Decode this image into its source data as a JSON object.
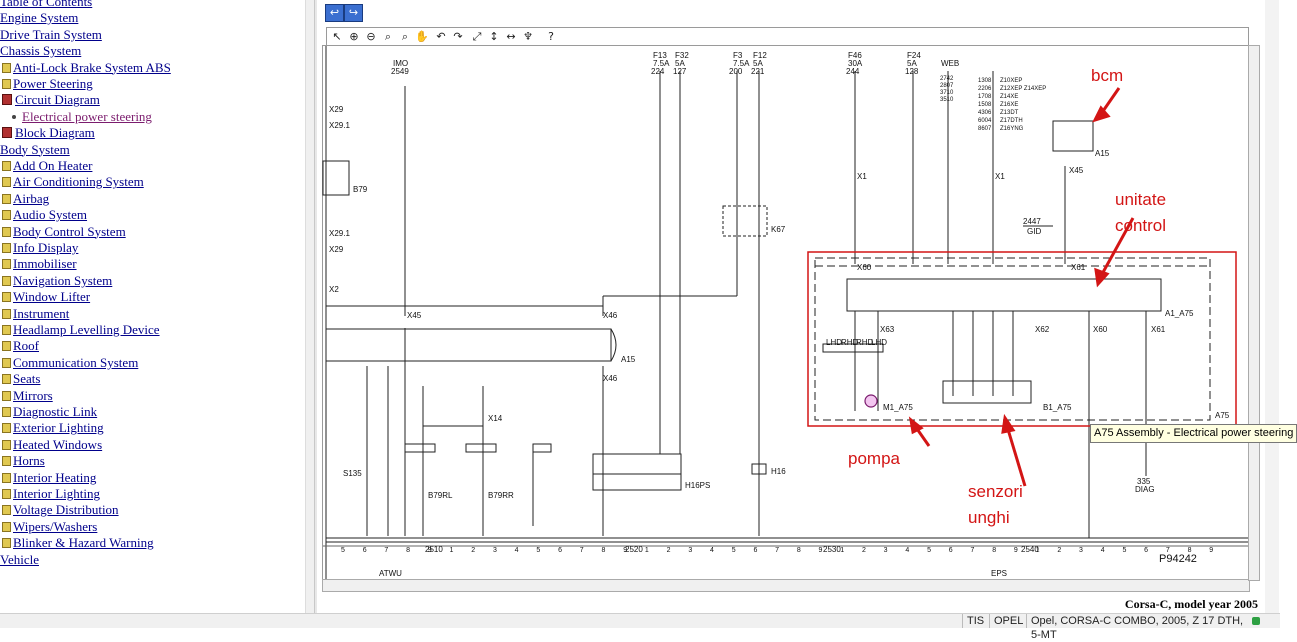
{
  "tree": {
    "items": [
      {
        "label": "Table of Contents",
        "icon": "none",
        "indent": 0,
        "selected": false
      },
      {
        "label": "Engine System",
        "icon": "none",
        "indent": 0,
        "selected": false
      },
      {
        "label": "Drive Train System",
        "icon": "none",
        "indent": 0,
        "selected": false
      },
      {
        "label": "Chassis System",
        "icon": "none",
        "indent": 0,
        "selected": false
      },
      {
        "label": "Anti-Lock Brake System ABS",
        "icon": "folder-icon",
        "indent": 1,
        "selected": false
      },
      {
        "label": "Power Steering",
        "icon": "folder-icon",
        "indent": 1,
        "selected": false
      },
      {
        "label": "Circuit Diagram",
        "icon": "book-icon",
        "indent": 1,
        "selected": false
      },
      {
        "label": "Electrical power steering",
        "icon": "bullet-icon",
        "indent": 2,
        "selected": true
      },
      {
        "label": "Block Diagram",
        "icon": "book-icon",
        "indent": 1,
        "selected": false
      },
      {
        "label": "Body System",
        "icon": "none",
        "indent": 0,
        "selected": false
      },
      {
        "label": "Add On Heater",
        "icon": "folder-icon",
        "indent": 1,
        "selected": false
      },
      {
        "label": "Air Conditioning System",
        "icon": "folder-icon",
        "indent": 1,
        "selected": false
      },
      {
        "label": "Airbag",
        "icon": "folder-icon",
        "indent": 1,
        "selected": false
      },
      {
        "label": "Audio System",
        "icon": "folder-icon",
        "indent": 1,
        "selected": false
      },
      {
        "label": "Body Control System",
        "icon": "folder-icon",
        "indent": 1,
        "selected": false
      },
      {
        "label": "Info Display",
        "icon": "folder-icon",
        "indent": 1,
        "selected": false
      },
      {
        "label": "Immobiliser",
        "icon": "folder-icon",
        "indent": 1,
        "selected": false
      },
      {
        "label": "Navigation System",
        "icon": "folder-icon",
        "indent": 1,
        "selected": false
      },
      {
        "label": "Window Lifter",
        "icon": "folder-icon",
        "indent": 1,
        "selected": false
      },
      {
        "label": "Instrument",
        "icon": "folder-icon",
        "indent": 1,
        "selected": false
      },
      {
        "label": "Headlamp Levelling Device",
        "icon": "folder-icon",
        "indent": 1,
        "selected": false
      },
      {
        "label": "Roof",
        "icon": "folder-icon",
        "indent": 1,
        "selected": false
      },
      {
        "label": "Communication System",
        "icon": "folder-icon",
        "indent": 1,
        "selected": false
      },
      {
        "label": "Seats",
        "icon": "folder-icon",
        "indent": 1,
        "selected": false
      },
      {
        "label": "Mirrors",
        "icon": "folder-icon",
        "indent": 1,
        "selected": false
      },
      {
        "label": "Diagnostic Link",
        "icon": "folder-icon",
        "indent": 1,
        "selected": false
      },
      {
        "label": "Exterior Lighting",
        "icon": "folder-icon",
        "indent": 1,
        "selected": false
      },
      {
        "label": "Heated Windows",
        "icon": "folder-icon",
        "indent": 1,
        "selected": false
      },
      {
        "label": "Horns",
        "icon": "folder-icon",
        "indent": 1,
        "selected": false
      },
      {
        "label": "Interior Heating",
        "icon": "folder-icon",
        "indent": 1,
        "selected": false
      },
      {
        "label": "Interior Lighting",
        "icon": "folder-icon",
        "indent": 1,
        "selected": false
      },
      {
        "label": "Voltage Distribution",
        "icon": "folder-icon",
        "indent": 1,
        "selected": false
      },
      {
        "label": "Wipers/Washers",
        "icon": "folder-icon",
        "indent": 1,
        "selected": false
      },
      {
        "label": "Blinker & Hazard Warning",
        "icon": "folder-icon",
        "indent": 1,
        "selected": false
      },
      {
        "label": "Vehicle",
        "icon": "none",
        "indent": 0,
        "selected": false
      }
    ]
  },
  "nav": {
    "back_icon": "back-arrow-icon",
    "forward_icon": "forward-arrow-icon"
  },
  "toolbar": {
    "tools": [
      "pointer-icon",
      "zoom-in-icon",
      "zoom-out-icon",
      "zoom-icon",
      "zoom-area-icon",
      "pan-hand-icon",
      "rotate-left-icon",
      "rotate-right-icon",
      "fit-page-icon",
      "fit-height-icon",
      "fit-width-icon",
      "antenna-icon",
      "help-icon"
    ]
  },
  "diagram": {
    "connectors": {
      "x29": "X29",
      "x29_1": "X29.1",
      "x29_1b": "X29.1",
      "x29b": "X29",
      "x2": "X2",
      "x45": "X45",
      "x46": "X46",
      "x46b": "X46",
      "x14": "X14",
      "x1a": "X1",
      "x1b": "X1",
      "x60": "X60",
      "x61": "X61",
      "x63": "X63",
      "x62": "X62",
      "x60b": "X60",
      "x61b": "X61",
      "x45b": "X45"
    },
    "components": {
      "b79": "B79",
      "a15": "A15",
      "s135": "S135",
      "b79rl": "B79RL",
      "b79rr": "B79RR",
      "k67": "K67",
      "h16ps": "H16PS",
      "h16": "H16",
      "a15_bcm": "A15",
      "a1_a75": "A1_A75",
      "m1_a75": "M1_A75",
      "b1_a75": "B1_A75",
      "a75": "A75"
    },
    "fuses": {
      "f13": "F13",
      "f13_a": "7.5A",
      "f32": "F32",
      "f32_a": "5A",
      "f3": "F3",
      "f3_a": "7.5A",
      "f12": "F12",
      "f12_a": "5A",
      "f46": "F46",
      "f46_a": "30A",
      "f24": "F24",
      "f24_a": "5A"
    },
    "pin_labels": {
      "bus_a": "2510",
      "bus_b": "2520",
      "bus_c": "2530",
      "bus_d": "2540",
      "ref_ip1": "224",
      "ref_ip2": "127",
      "ref_ip3": "200",
      "ref_ip4": "221",
      "ref_ip5": "244",
      "ref_ip6": "128",
      "diag": "DIAG",
      "diag_num": "335",
      "gid": "GID",
      "gid_num": "2447",
      "imo": "IMO",
      "imo_num": "2549",
      "web": "WEB"
    },
    "web_codes": [
      "2742",
      "2807",
      "3710",
      "3510"
    ],
    "engine_codes": [
      {
        "code": "1308",
        "label": "Z10XEP"
      },
      {
        "code": "2206",
        "label": "Z12XEP Z14XEP"
      },
      {
        "code": "1708",
        "label": "Z14XE"
      },
      {
        "code": "1508",
        "label": "Z16XE"
      },
      {
        "code": "4306",
        "label": "Z13DT"
      },
      {
        "code": "6004",
        "label": "Z17DTH"
      },
      {
        "code": "8607",
        "label": "Z16YNG"
      }
    ],
    "bottom_tags": {
      "atwu": "ATWU",
      "eps": "EPS"
    },
    "drawing_no": "P94242",
    "tick_labels": [
      "5",
      "6",
      "7",
      "8",
      "9",
      "1",
      "2",
      "3",
      "4",
      "5",
      "6",
      "7",
      "8",
      "9",
      "1",
      "2",
      "3",
      "4",
      "5",
      "6",
      "7",
      "8",
      "9",
      "1",
      "2",
      "3",
      "4",
      "5",
      "6",
      "7",
      "8",
      "9",
      "1",
      "2",
      "3",
      "4",
      "5",
      "6",
      "7",
      "8",
      "9"
    ],
    "lead_labels": [
      "LHD",
      "RHD",
      "RHD",
      "LHD"
    ]
  },
  "annotations": {
    "bcm": "bcm",
    "unitate_1": "unitate",
    "unitate_2": "control",
    "pompa": "pompa",
    "senzori_1": "senzori",
    "senzori_2": "unghi",
    "color": "#d31515"
  },
  "tooltip": "A75 Assembly - Electrical power steering",
  "caption": "Corsa-C, model year 2005",
  "status": {
    "tis": "TIS",
    "brand": "OPEL",
    "vehicle": "Opel, CORSA-C COMBO, 2005, Z 17 DTH, 5-MT",
    "online_color": "#2ea043"
  }
}
